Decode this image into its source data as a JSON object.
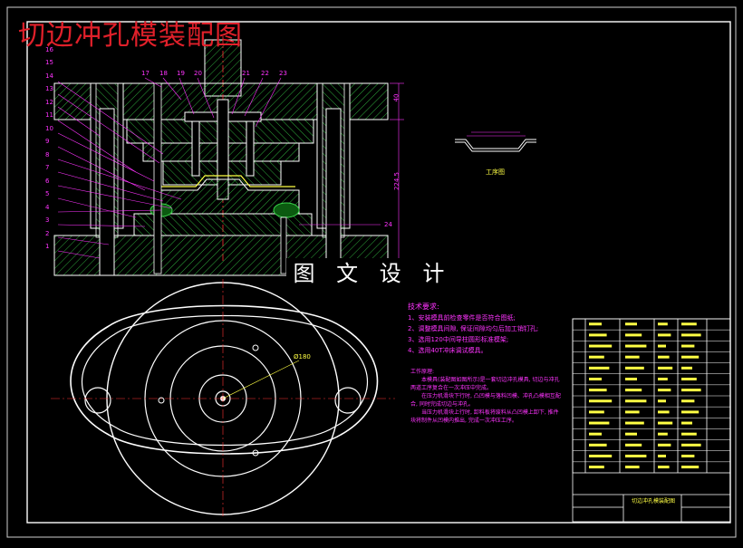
{
  "title": "切边冲孔模装配图",
  "watermark": "图 文 设 计",
  "part_numbers": [
    "1",
    "2",
    "3",
    "4",
    "5",
    "6",
    "7",
    "8",
    "9",
    "10",
    "11",
    "12",
    "13",
    "14",
    "15",
    "16",
    "17",
    "18",
    "19",
    "20",
    "21",
    "22",
    "23",
    "24"
  ],
  "dimensions": {
    "height_top": "40",
    "height_total": "224.5",
    "diameter": "Ø180"
  },
  "part_drawing_label": "工序图",
  "tech_requirements": {
    "heading": "技术要求:",
    "items": [
      "1、安装模具前检查零件是否符合图纸;",
      "2、调整模具间隙, 保证间隙均匀后加工销钉孔;",
      "3、选用120中间导柱圆形标准模架;",
      "4、选用40T冲床调试模具。"
    ]
  },
  "work_description": {
    "heading": "工作原理:",
    "paragraphs": [
      "本模具(装配图如图所示)是一套切边冲孔模具, 切边与冲孔两道工序复合在一次冲压中完成。",
      "在压力机滑块下行时, 凸凹模与落料凹模、冲孔凸模相互配合, 同时完成切边与冲孔。",
      "当压力机滑块上行时, 卸料板将废料从凸凹模上卸下, 推件块将制件从凹模内推出, 完成一次冲压工序。"
    ]
  },
  "title_block": {
    "drawing_name": "切边冲孔模装配图",
    "rows": 14
  }
}
